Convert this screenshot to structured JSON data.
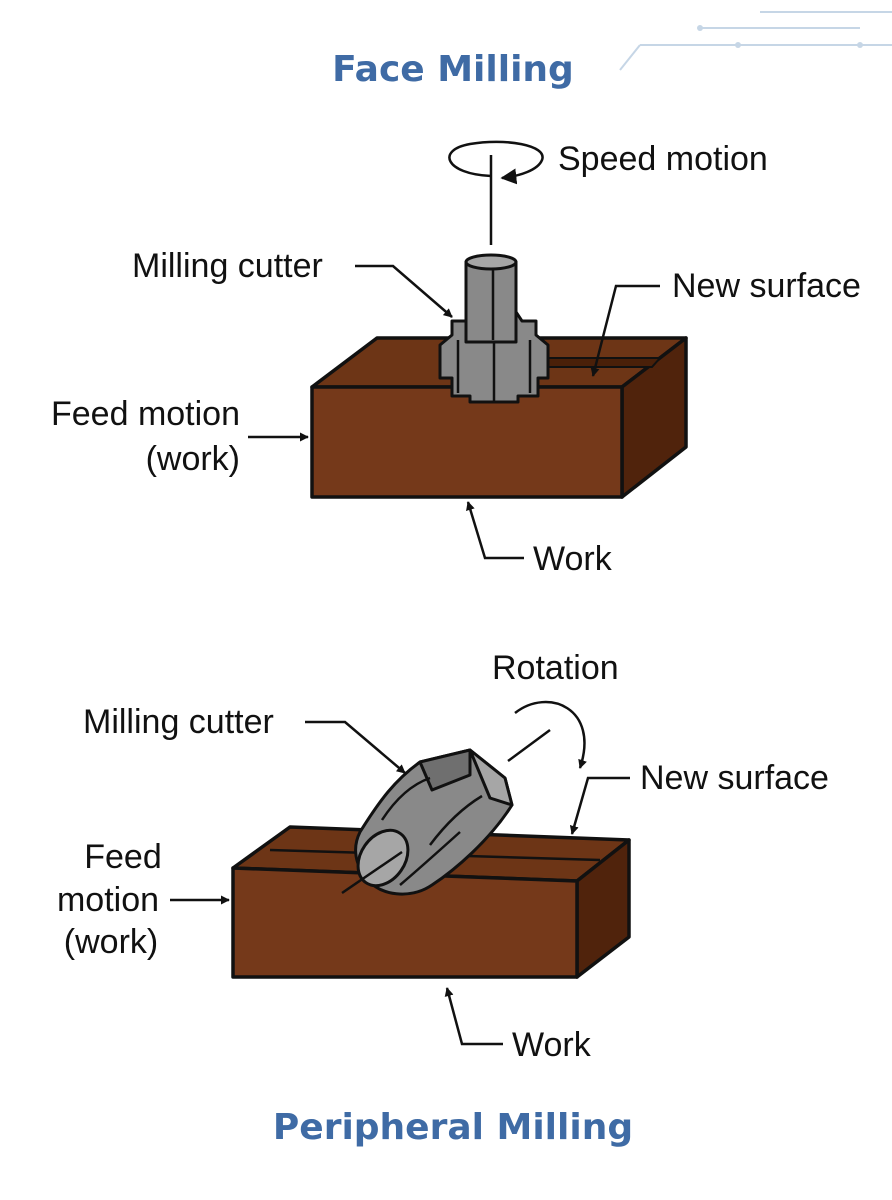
{
  "colors": {
    "title": "#3f6ba5",
    "work_front": "#75391a",
    "work_top": "#6d3516",
    "work_side": "#50230c",
    "tool": "#898989",
    "tool_light": "#a6a6a6",
    "tool_dark": "#6f6f6f"
  },
  "face_milling": {
    "title": "Face Milling",
    "labels": {
      "speed_motion": "Speed motion",
      "milling_cutter": "Milling cutter",
      "new_surface": "New surface",
      "feed_motion_line1": "Feed motion",
      "feed_motion_line2": "(work)",
      "work": "Work"
    }
  },
  "peripheral_milling": {
    "title": "Peripheral Milling",
    "labels": {
      "rotation": "Rotation",
      "milling_cutter": "Milling cutter",
      "new_surface": "New surface",
      "feed_line1": "Feed",
      "feed_line2": "motion",
      "feed_line3": "(work)",
      "work": "Work"
    }
  }
}
